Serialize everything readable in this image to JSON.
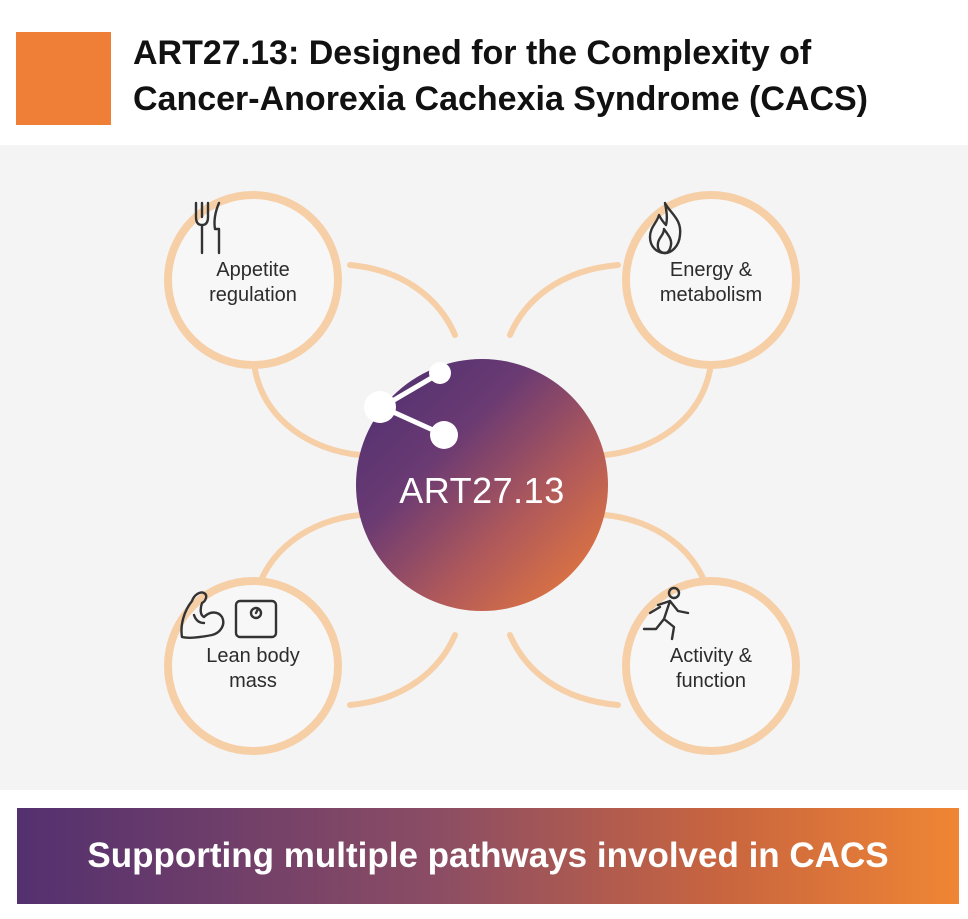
{
  "header": {
    "title_line1": "ART27.13: Designed for the Complexity of",
    "title_line2": "Cancer-Anorexia Cachexia Syndrome (CACS)",
    "accent_color": "#ef7f36"
  },
  "diagram": {
    "center": {
      "label": "ART27.13",
      "icon": "share-icon"
    },
    "nodes": [
      {
        "label": "Appetite\nregulation",
        "icon": "fork-knife-icon"
      },
      {
        "label": "Energy &\nmetabolism",
        "icon": "flame-icon"
      },
      {
        "label": "Lean body\nmass",
        "icon": "flexed-arm-scale-icon"
      },
      {
        "label": "Activity &\nfunction",
        "icon": "running-person-icon"
      }
    ],
    "ring_color": "#f6cfa7"
  },
  "banner": {
    "text": "Supporting multiple pathways involved in CACS",
    "gradient_start": "#53306f",
    "gradient_end": "#ef8634"
  }
}
